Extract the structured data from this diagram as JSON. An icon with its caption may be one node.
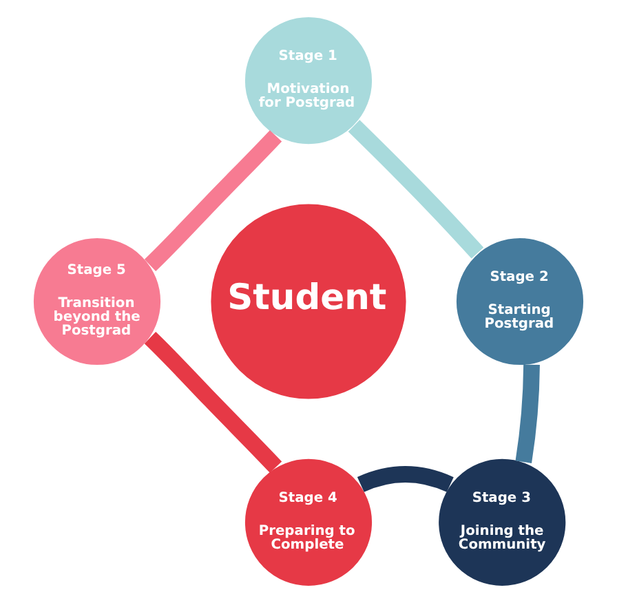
{
  "diagram": {
    "nodes": [
      {
        "text": [
          "Student"
        ]
      },
      {
        "text": [
          "Stage 1",
          "Motivation for Postgrad"
        ]
      },
      {
        "text": [
          "Stage 2",
          "Starting Postgrad"
        ]
      },
      {
        "text": [
          "Stage 3",
          "Joining the Community"
        ]
      },
      {
        "text": [
          "Stage 4",
          "Preparing to Complete"
        ]
      },
      {
        "text": [
          "Stage 5",
          "Transition beyond the Postgrad"
        ]
      }
    ],
    "edges": [
      {
        "from": 1,
        "to": 2,
        "arrow": "none",
        "color": "#a8dadc"
      },
      {
        "from": 2,
        "to": 3,
        "arrow": "none",
        "color": "#457b9d"
      },
      {
        "from": 3,
        "to": 4,
        "arrow": "none",
        "color": "#1d3557"
      },
      {
        "from": 4,
        "to": 5,
        "arrow": "none",
        "color": "#e63946"
      },
      {
        "from": 5,
        "to": 1,
        "arrow": "none",
        "color": "#f77b92"
      }
    ]
  }
}
